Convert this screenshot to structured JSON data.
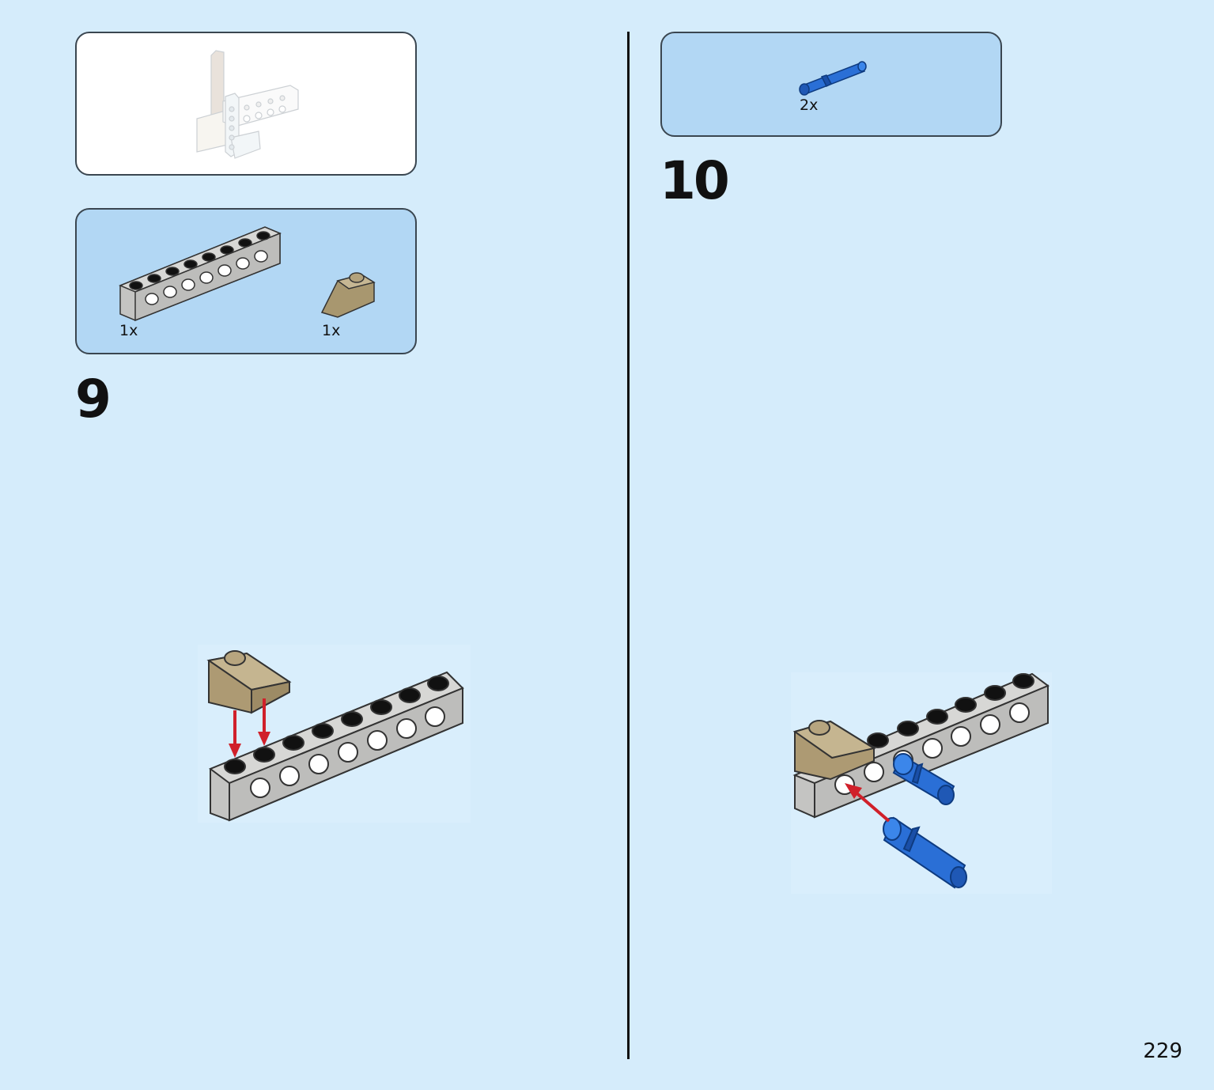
{
  "page": {
    "number": "229"
  },
  "steps": [
    {
      "number": "9",
      "parts": [
        {
          "name": "technic-brick-1x8-light-gray",
          "quantity": "1x"
        },
        {
          "name": "slope-brick-tan",
          "quantity": "1x"
        }
      ]
    },
    {
      "number": "10",
      "parts": [
        {
          "name": "technic-pin-blue",
          "quantity": "2x"
        }
      ]
    }
  ],
  "colors": {
    "background": "#d5ecfb",
    "parts_panel": "#b2d7f4",
    "gray_brick": "#c4c4c2",
    "tan_slope": "#b19f7e",
    "blue_pin": "#1f66d1",
    "arrow": "#d0202a"
  }
}
